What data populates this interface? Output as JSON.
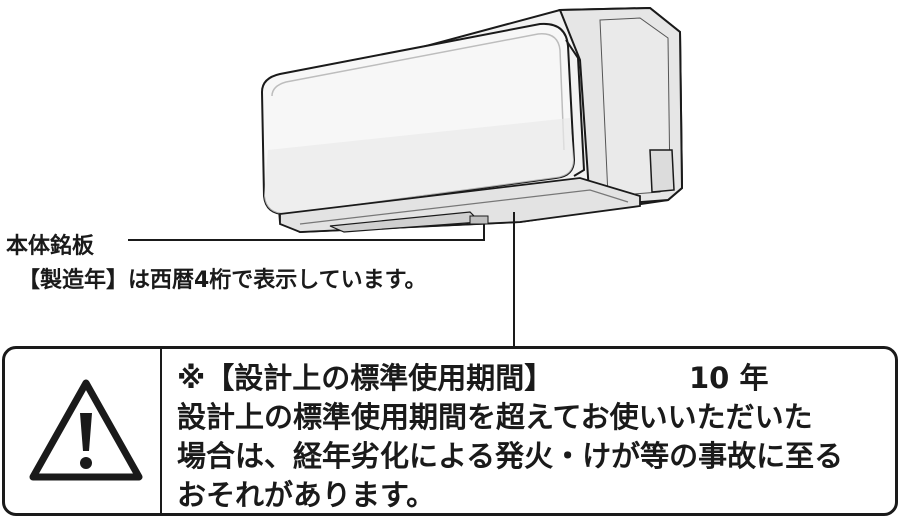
{
  "labels": {
    "nameplate": "本体銘板",
    "manufacture_year_note": "【製造年】は西暦4桁で表示しています。"
  },
  "warning": {
    "icon": "warning-triangle-icon",
    "title": "※【設計上の標準使用期間】",
    "period": "10 年",
    "lines": [
      "設計上の標準使用期間を超えてお使いいただいた",
      "場合は、経年劣化による発火・けが等の事故に至る",
      "おそれがあります。"
    ]
  }
}
